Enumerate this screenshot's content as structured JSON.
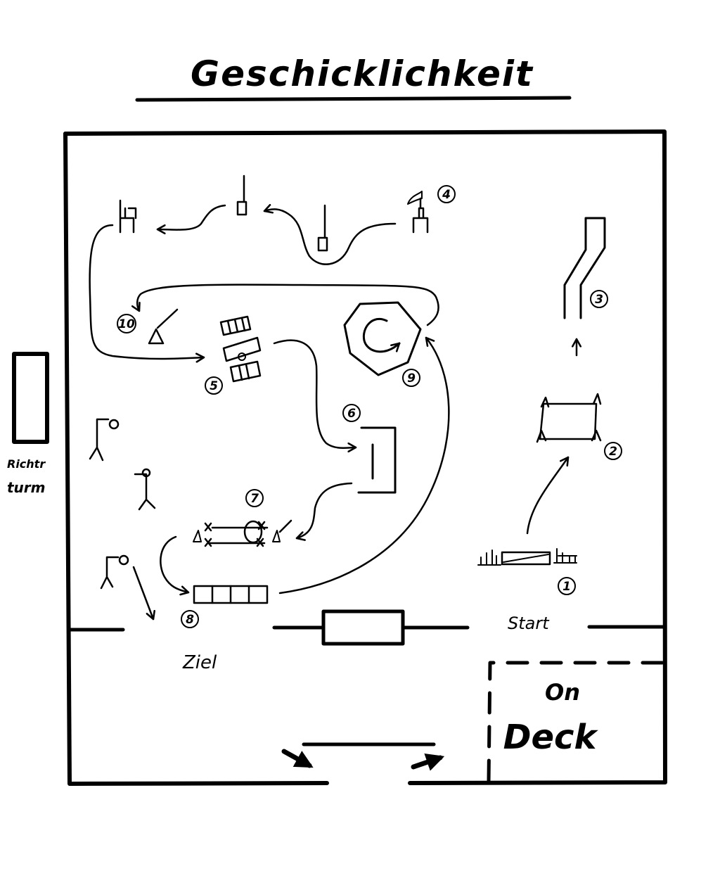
{
  "title": "Geschicklichkeit",
  "labels": {
    "tower_line1": "Richtr",
    "tower_line2": "turm",
    "start": "Start",
    "finish": "Ziel",
    "on_deck_line1": "On",
    "on_deck_line2": "Deck"
  },
  "obstacles": [
    "1",
    "2",
    "3",
    "4",
    "5",
    "6",
    "7",
    "8",
    "9",
    "10"
  ]
}
